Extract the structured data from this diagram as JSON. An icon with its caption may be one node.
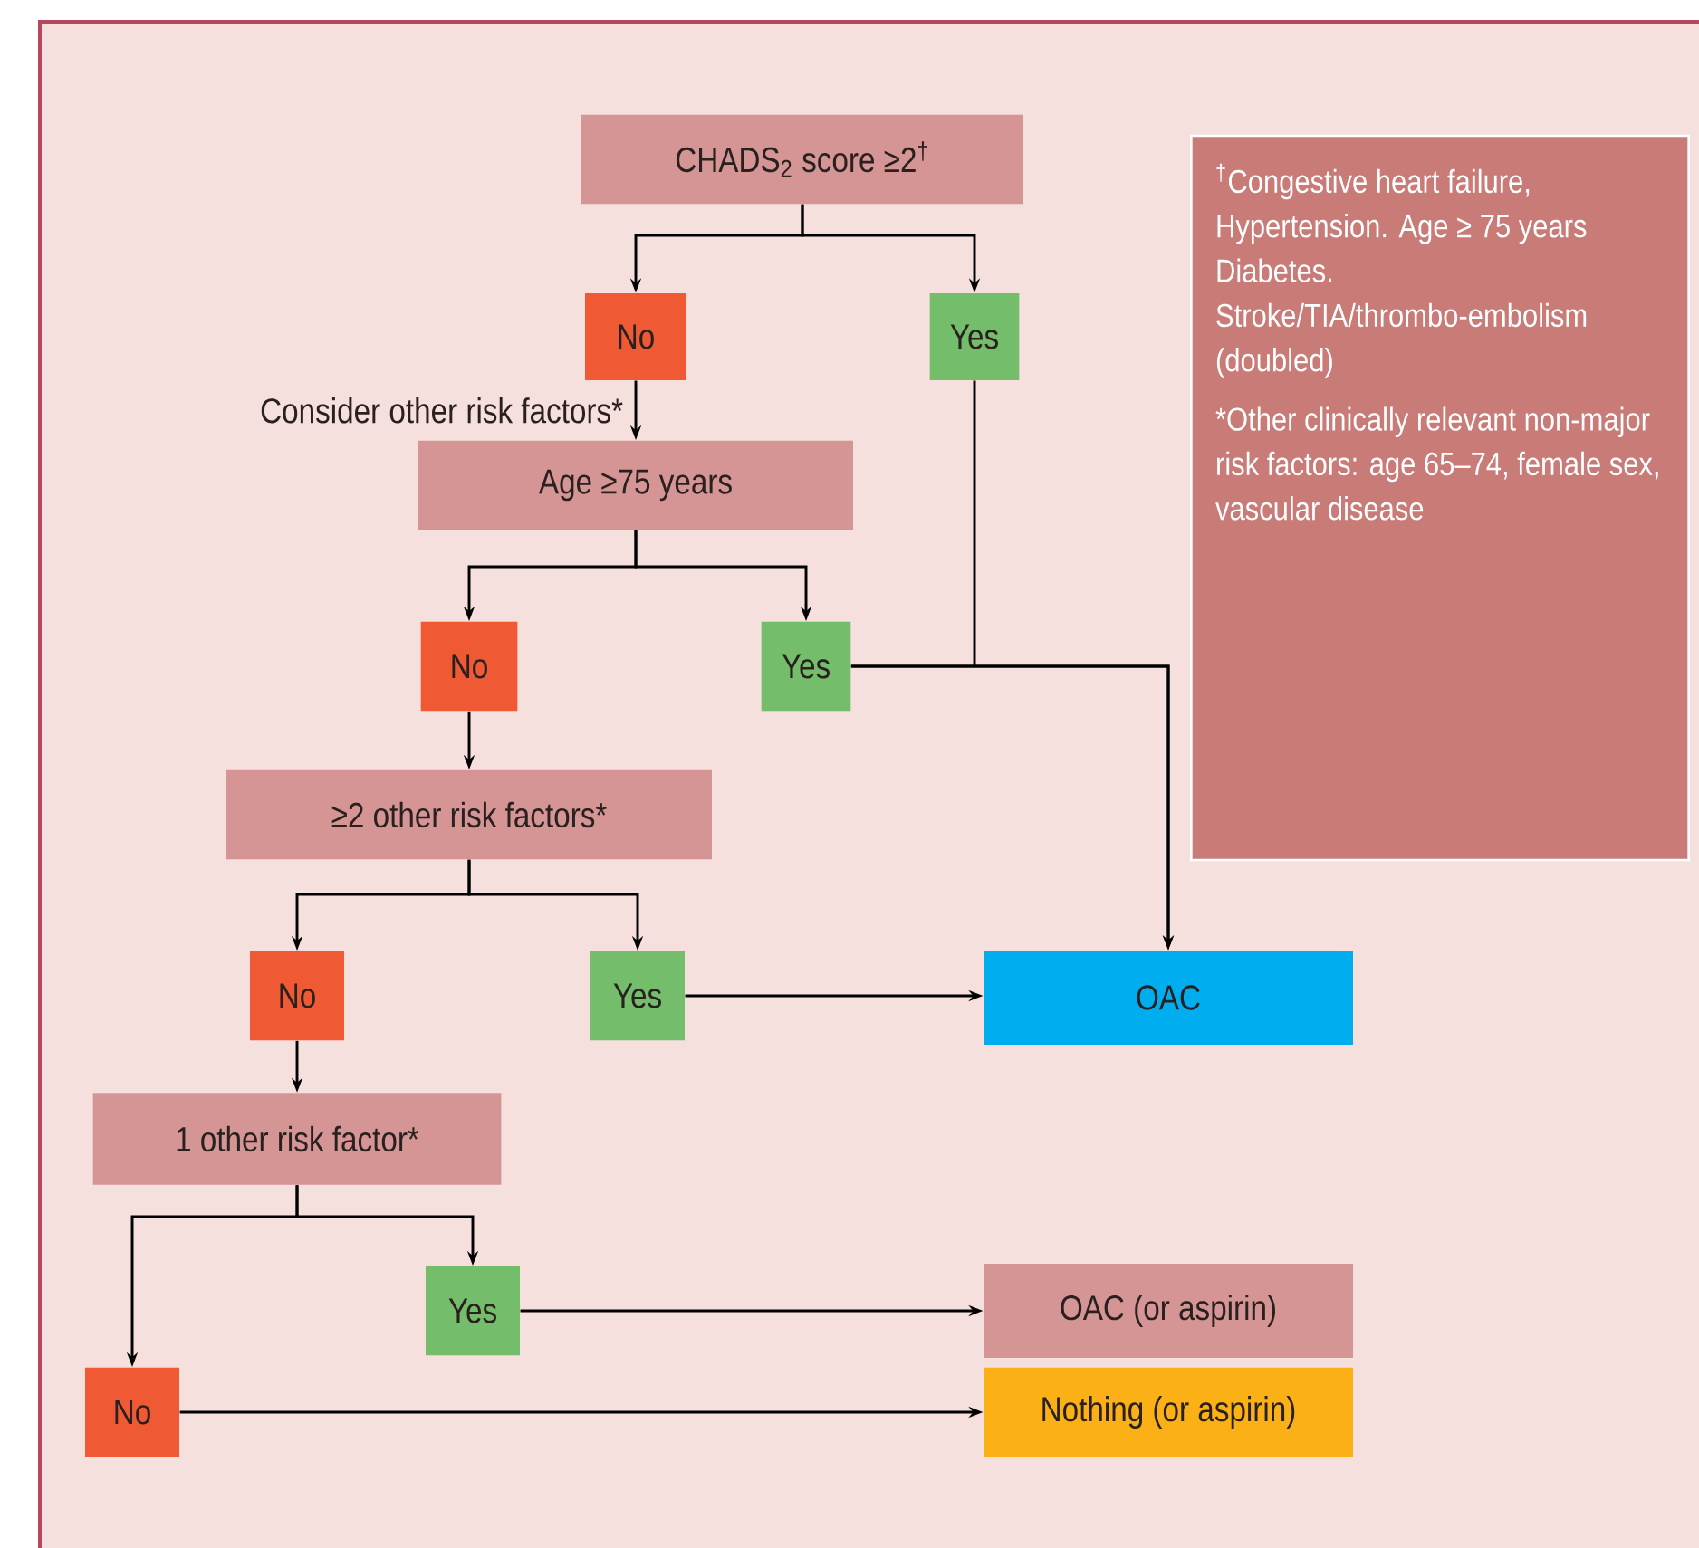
{
  "diagram": {
    "nodes": [
      {
        "text": [
          "CHADS$_{2}$ score ≥2$^{†}$"
        ]
      },
      {
        "text": [
          "No"
        ]
      },
      {
        "text": [
          "Yes"
        ]
      },
      {
        "text": [
          "Age ≥75 years"
        ]
      },
      {
        "text": [
          "No"
        ]
      },
      {
        "text": [
          "Yes"
        ]
      },
      {
        "text": [
          "≥2 other risk factors*"
        ]
      },
      {
        "text": [
          "No"
        ]
      },
      {
        "text": [
          "Yes"
        ]
      },
      {
        "text": [
          "OAC"
        ]
      },
      {
        "text": [
          "1 other risk factor*"
        ]
      },
      {
        "text": [
          "Yes"
        ]
      },
      {
        "text": [
          "OAC (or aspirin)"
        ]
      },
      {
        "text": [
          "No"
        ]
      },
      {
        "text": [
          "Nothing (or aspirin)"
        ]
      },
      {
        "text": [
          "$^{†}$Congestive heart failure, Hypertension. Age ≥ 75 years Diabetes. Stroke/TIA/thrombo-embolism (doubled)",
          "*Other clinically relevant non-major risk factors: age 65–74, female sex, vascular disease"
        ]
      }
    ],
    "edges": [
      {
        "from": 0,
        "to": 1,
        "arrow": "to"
      },
      {
        "from": 0,
        "to": 2,
        "arrow": "to"
      },
      {
        "from": 1,
        "to": 3,
        "arrow": "to",
        "label": "Consider other risk factors*"
      },
      {
        "from": 3,
        "to": 4,
        "arrow": "to"
      },
      {
        "from": 3,
        "to": 5,
        "arrow": "to"
      },
      {
        "from": 2,
        "to": 9,
        "arrow": "to"
      },
      {
        "from": 5,
        "to": 9,
        "arrow": "to"
      },
      {
        "from": 4,
        "to": 6,
        "arrow": "to"
      },
      {
        "from": 6,
        "to": 7,
        "arrow": "to"
      },
      {
        "from": 6,
        "to": 8,
        "arrow": "to"
      },
      {
        "from": 8,
        "to": 9,
        "arrow": "to"
      },
      {
        "from": 7,
        "to": 10,
        "arrow": "to"
      },
      {
        "from": 10,
        "to": 11,
        "arrow": "to"
      },
      {
        "from": 10,
        "to": 13,
        "arrow": "to"
      },
      {
        "from": 11,
        "to": 12,
        "arrow": "to"
      },
      {
        "from": 13,
        "to": 14,
        "arrow": "to"
      }
    ]
  }
}
